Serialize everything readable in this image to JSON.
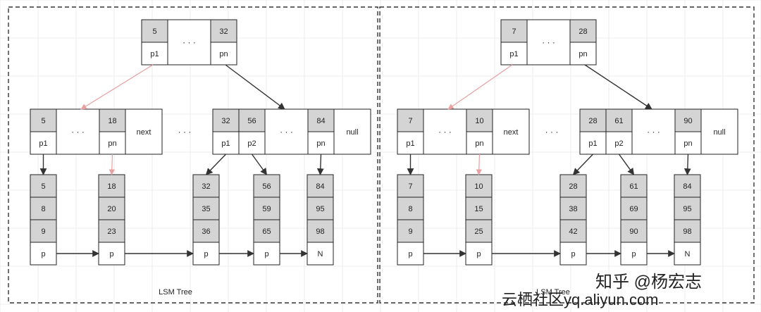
{
  "colors": {
    "background": "#ffffff",
    "grid": "#eeeeee",
    "cell_key": "#d4d4d4",
    "cell_plain": "#ffffff",
    "stroke": "#222222",
    "arrow": "#333333",
    "arrow_highlight": "#e8a0a0",
    "border_dash": "#333333",
    "watermark": "#c4c4c4"
  },
  "panels": [
    {
      "caption": "LSM Tree",
      "root": {
        "first_key": "5",
        "first_ptr": "p1",
        "ellipsis": "· · ·",
        "last_key": "32",
        "last_ptr": "pn"
      },
      "internal_left": {
        "first_key": "5",
        "first_ptr": "p1",
        "ellipsis": "· · ·",
        "last_key": "18",
        "last_ptr": "pn",
        "link": "next"
      },
      "between_ellipsis": "· · ·",
      "internal_right": {
        "k1": "32",
        "p1": "p1",
        "k2": "56",
        "p2": "p2",
        "ellipsis": "· · ·",
        "k3": "84",
        "p3": "pn",
        "link": "null"
      },
      "leaves": [
        {
          "keys": [
            "5",
            "8",
            "9"
          ],
          "ptr": "p"
        },
        {
          "keys": [
            "18",
            "20",
            "23"
          ],
          "ptr": "p"
        },
        {
          "keys": [
            "32",
            "35",
            "36"
          ],
          "ptr": "p"
        },
        {
          "keys": [
            "56",
            "59",
            "65"
          ],
          "ptr": "p"
        },
        {
          "keys": [
            "84",
            "95",
            "98"
          ],
          "ptr": "N"
        }
      ]
    },
    {
      "caption": "LSM Tree",
      "root": {
        "first_key": "7",
        "first_ptr": "p1",
        "ellipsis": "· · ·",
        "last_key": "28",
        "last_ptr": "pn"
      },
      "internal_left": {
        "first_key": "7",
        "first_ptr": "p1",
        "ellipsis": "· · ·",
        "last_key": "10",
        "last_ptr": "pn",
        "link": "next"
      },
      "between_ellipsis": "· · ·",
      "internal_right": {
        "k1": "28",
        "p1": "p1",
        "k2": "61",
        "p2": "p2",
        "ellipsis": "· · ·",
        "k3": "90",
        "p3": "pn",
        "link": "null"
      },
      "leaves": [
        {
          "keys": [
            "7",
            "8",
            "9"
          ],
          "ptr": "p"
        },
        {
          "keys": [
            "10",
            "15",
            "25"
          ],
          "ptr": "p"
        },
        {
          "keys": [
            "28",
            "38",
            "42"
          ],
          "ptr": "p"
        },
        {
          "keys": [
            "61",
            "69",
            "90"
          ],
          "ptr": "p"
        },
        {
          "keys": [
            "84",
            "95",
            "98"
          ],
          "ptr": "N"
        }
      ]
    }
  ],
  "watermark": {
    "line1": "知乎 @杨宏志",
    "line2": "云栖社区yq.aliyun.com"
  }
}
